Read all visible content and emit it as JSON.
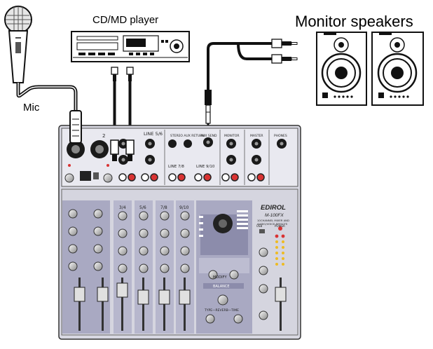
{
  "labels": {
    "cd_player": "CD/MD player",
    "monitor_speakers": "Monitor speakers",
    "mic": "Mic"
  },
  "mixer": {
    "brand": "EDIROL",
    "model": "M-100FX",
    "subtitle_1": "10CHANNEL MIXER AND",
    "subtitle_2": "AUDIO/VOICE EFFECTS",
    "ch_2": "2",
    "line_56": "LINE 5/6",
    "line_78": "LINE 7/8",
    "line_910": "LINE 9/10",
    "stereo_aux_return": "STEREO AUX RETURN",
    "aux_send": "AUX SEND",
    "monitor": "MONITOR",
    "master": "MASTER",
    "phones": "PHONES",
    "strip_34": "3/4",
    "strip_56": "5/6",
    "strip_78": "7/8",
    "strip_910": "9/10",
    "balance": "BALANCE",
    "reverb": "TYPE—REVERB—TIME",
    "modify": "MODIFY",
    "usb": "USB",
    "power": "POWER"
  },
  "colors": {
    "panel": "#e9e9f0",
    "mixer_body": "#d8d8e2",
    "upper_section": "#a9a9c2",
    "strip": "#b7b7cd",
    "dark": "#262626",
    "jack_red": "#d93333"
  }
}
